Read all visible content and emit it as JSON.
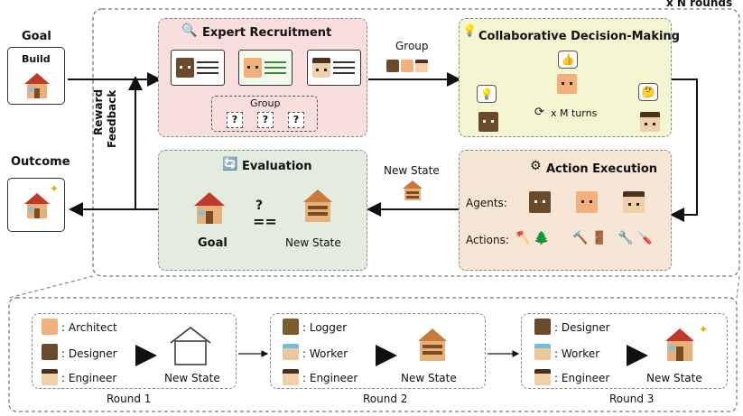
{
  "header": {
    "rounds_label": "x N rounds"
  },
  "left": {
    "goal_label": "Goal",
    "goal_box_label": "Build",
    "outcome_label": "Outcome",
    "feedback_label_1": "Reward",
    "feedback_label_2": "Feedback"
  },
  "recruitment": {
    "title": "Expert Recruitment",
    "icon": "magnifier-icon",
    "group_label": "Group",
    "placeholders": [
      "?",
      "?",
      "?"
    ],
    "out_label": "Group"
  },
  "decision": {
    "title": "Collaborative Decision-Making",
    "icon": "lightbulb-icon",
    "turns_label": "x M turns"
  },
  "execution": {
    "title": "Action Execution",
    "icon": "gear-icon",
    "agents_label": "Agents:",
    "actions_label": "Actions:",
    "new_state_label": "New State"
  },
  "evaluation": {
    "title": "Evaluation",
    "icon": "refresh-icon",
    "question": "?",
    "equals": "==",
    "goal_label": "Goal",
    "new_state_label": "New State"
  },
  "rounds": [
    {
      "name": "Round 1",
      "members": [
        ": Architect",
        ": Designer",
        ": Engineer"
      ],
      "state_label": "New State"
    },
    {
      "name": "Round 2",
      "members": [
        ": Logger",
        ": Worker",
        ": Engineer"
      ],
      "state_label": "New State"
    },
    {
      "name": "Round 3",
      "members": [
        ": Designer",
        ": Worker",
        ": Engineer"
      ],
      "state_label": "New State"
    }
  ],
  "colors": {
    "recruitment_bg": "#f9dede",
    "decision_bg": "#f4f6d2",
    "execution_bg": "#f6e6d6",
    "evaluation_bg": "#e4ece0"
  }
}
